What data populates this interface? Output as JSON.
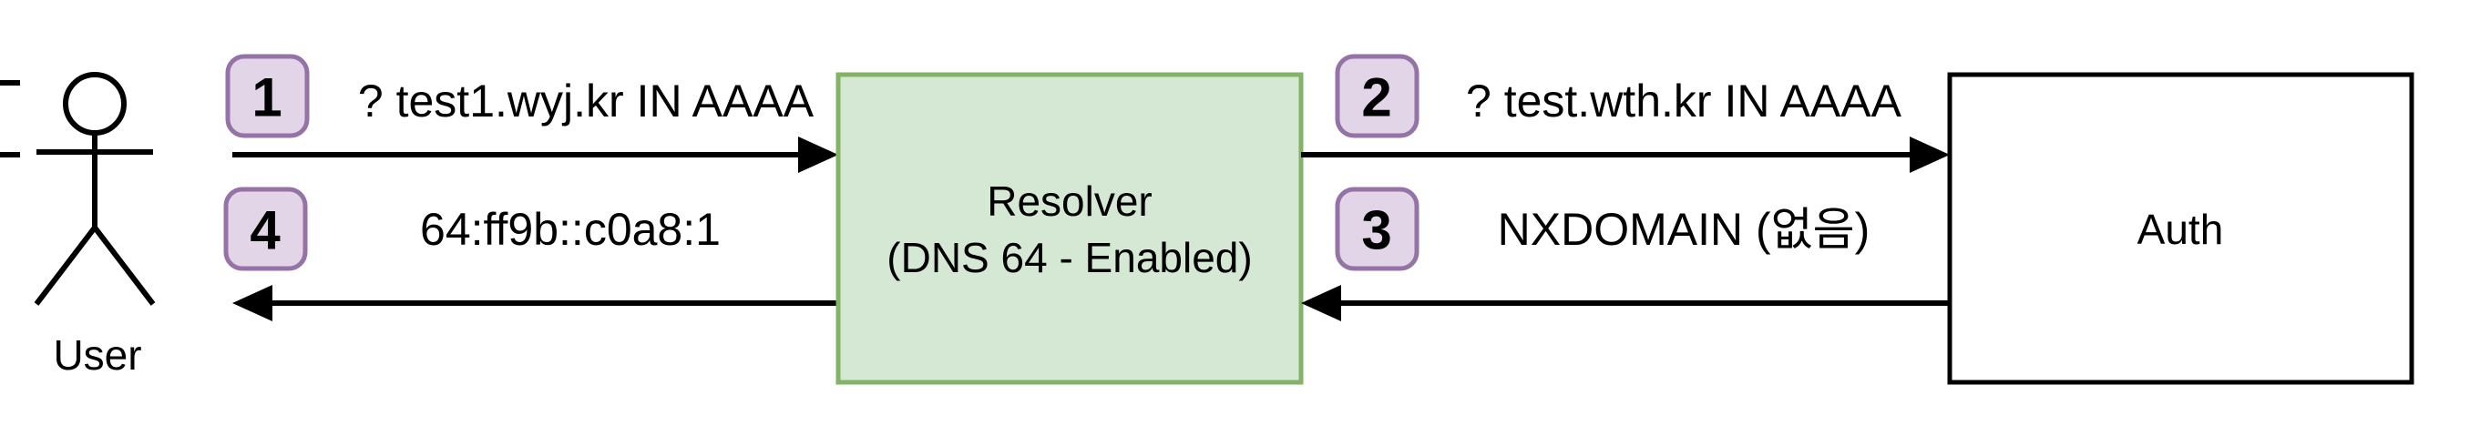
{
  "diagram": {
    "actor": {
      "label": "User"
    },
    "nodes": {
      "resolver": {
        "label_line1": "Resolver",
        "label_line2": "(DNS 64 - Enabled)",
        "fill": "#d5e8d4",
        "stroke": "#82b366"
      },
      "auth": {
        "label": "Auth",
        "fill": "#ffffff",
        "stroke": "#000000"
      }
    },
    "badge_style": {
      "fill": "#e1d5e7",
      "stroke": "#9673a6"
    },
    "steps": [
      {
        "num": "1",
        "label": "? test1.wyj.kr IN AAAA",
        "from": "User",
        "to": "Resolver"
      },
      {
        "num": "2",
        "label": "? test.wth.kr IN AAAA",
        "from": "Resolver",
        "to": "Auth"
      },
      {
        "num": "3",
        "label": "NXDOMAIN (없음)",
        "from": "Auth",
        "to": "Resolver"
      },
      {
        "num": "4",
        "label": "64:ff9b::c0a8:1",
        "from": "Resolver",
        "to": "User"
      }
    ]
  }
}
